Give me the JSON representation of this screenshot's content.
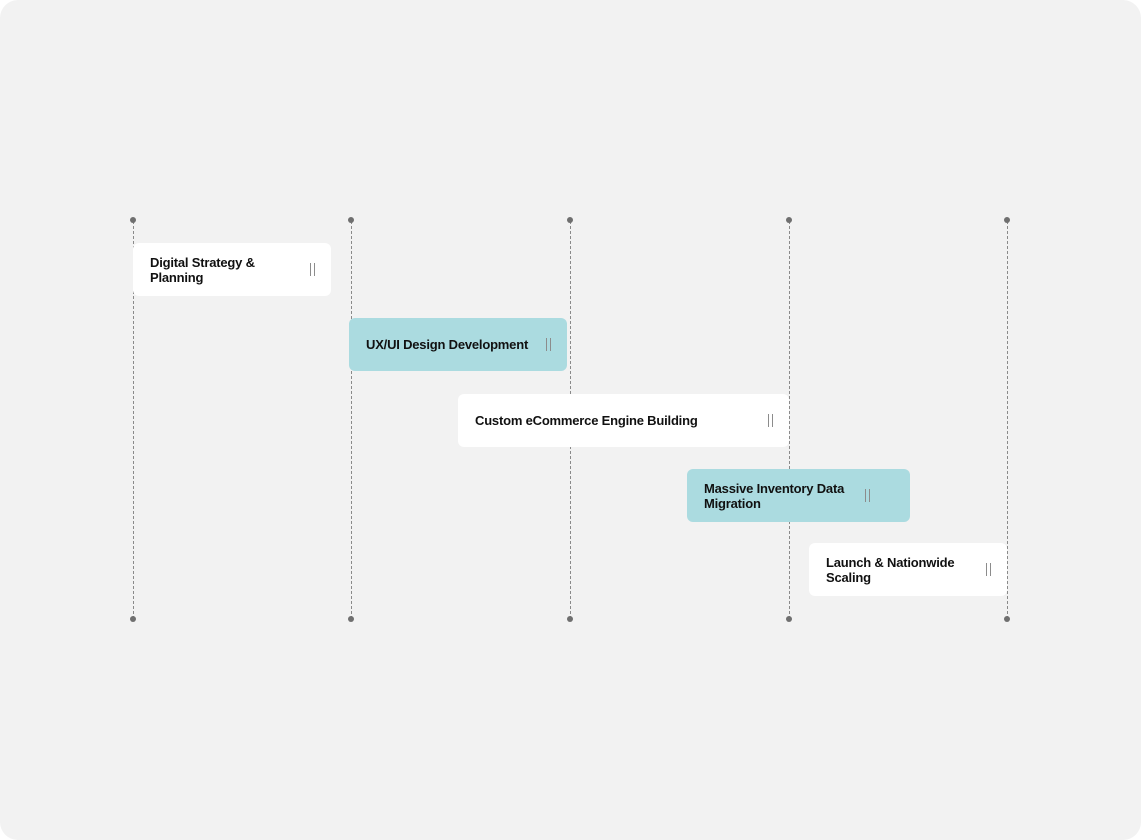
{
  "timeline": {
    "column_count": 5
  },
  "tasks": [
    {
      "label": "Digital Strategy & Planning",
      "style": "light",
      "icon": "drag-handle-icon"
    },
    {
      "label": "UX/UI Design Development",
      "style": "teal",
      "icon": "drag-handle-icon"
    },
    {
      "label": "Custom eCommerce Engine Building",
      "style": "light",
      "icon": "drag-handle-icon"
    },
    {
      "label": "Massive Inventory Data Migration",
      "style": "teal",
      "icon": "drag-handle-icon"
    },
    {
      "label": "Launch & Nationwide Scaling",
      "style": "light",
      "icon": "drag-handle-icon"
    }
  ],
  "colors": {
    "background": "#f2f2f2",
    "task_light": "#ffffff",
    "task_teal": "#abdbe0",
    "grid": "#8a8a8a",
    "text": "#111111"
  }
}
